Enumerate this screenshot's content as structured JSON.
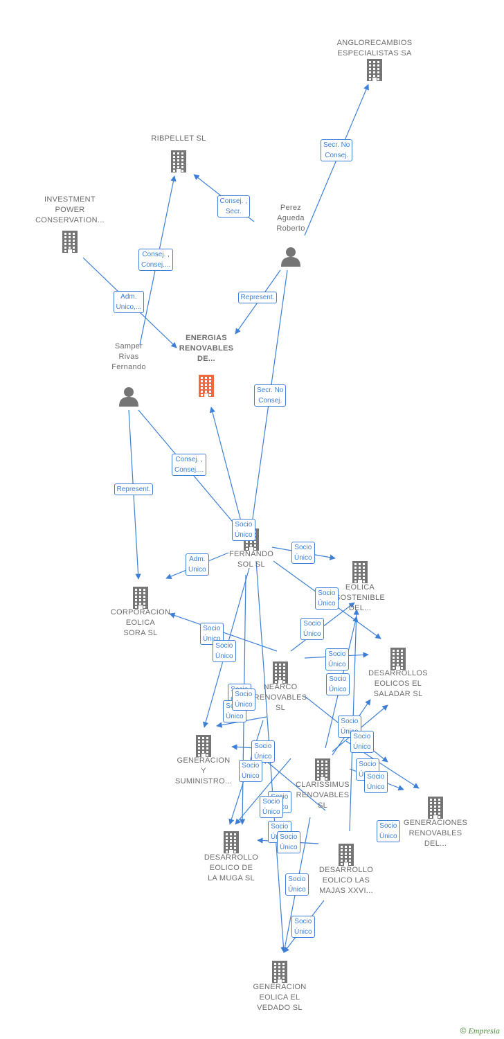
{
  "colors": {
    "edge": "#3d7fd6",
    "company": "#757575",
    "focus": "#f26a3b",
    "person": "#757575"
  },
  "nodes": [
    {
      "id": "anglo",
      "type": "company",
      "label": "ANGLORECAMBIOS\nESPECIALISTAS SA"
    },
    {
      "id": "ribpellet",
      "type": "company",
      "label": "RIBPELLET SL"
    },
    {
      "id": "investment",
      "type": "company",
      "label": "INVESTMENT\nPOWER\nCONSERVATION..."
    },
    {
      "id": "perez",
      "type": "person",
      "label": "Perez\nAgueda\nRoberto"
    },
    {
      "id": "energias",
      "type": "focus",
      "label": "ENERGIAS\nRENOVABLES\nDE..."
    },
    {
      "id": "samper",
      "type": "person",
      "label": "Samper\nRivas\nFernando"
    },
    {
      "id": "fernando",
      "type": "company",
      "label": "FERNANDO\nSOL SL"
    },
    {
      "id": "eolica_sost",
      "type": "company",
      "label": "EOLICA\nSOSTENIBLE\nDEL..."
    },
    {
      "id": "corporacion",
      "type": "company",
      "label": "CORPORACION\nEOLICA\nSORA  SL"
    },
    {
      "id": "desarrollos_saladar",
      "type": "company",
      "label": "DESARROLLOS\nEOLICOS EL\nSALADAR SL"
    },
    {
      "id": "nearco",
      "type": "company",
      "label": "NEARCO\nRENOVABLES\nSL"
    },
    {
      "id": "generacion_sum",
      "type": "company",
      "label": "GENERACION\nY\nSUMINISTRO..."
    },
    {
      "id": "clarissimus",
      "type": "company",
      "label": "CLARISSIMUS\nRENOVABLES\nSL"
    },
    {
      "id": "generaciones_ren",
      "type": "company",
      "label": "GENERACIONES\nRENOVABLES\nDEL..."
    },
    {
      "id": "desarrollo_muga",
      "type": "company",
      "label": "DESARROLLO\nEOLICO DE\nLA MUGA SL"
    },
    {
      "id": "desarrollo_majas",
      "type": "company",
      "label": "DESARROLLO\nEOLICO LAS\nMAJAS XXVI..."
    },
    {
      "id": "generacion_vedado",
      "type": "company",
      "label": "GENERACION\nEOLICA EL\nVEDADO SL"
    }
  ],
  "edge_labels": [
    "Secr.  No\nConsej.",
    "Consej. ,\nSecr.",
    "Consej. ,\nConsej....",
    "Adm.\nUnico,...",
    "Represent.",
    "Secr.  No\nConsej.",
    "Consej. ,\nConsej....",
    "Represent.",
    "Socio\nÚnico",
    "Adm.\nUnico",
    "Socio\nÚnico",
    "Socio\nÚnico",
    "Socio\nÚnico",
    "Socio\nÚnico",
    "Socio\nÚnico",
    "Socio\nÚnico",
    "Socio\nÚnico",
    "Socio\nÚnico",
    "Socio\nÚnico",
    "Socio\nÚnico",
    "Socio\nÚnico",
    "Socio\nÚnico",
    "Socio\nÚnico",
    "Socio\nÚnico",
    "Socio\nÚnico",
    "Socio\nÚnico",
    "Socio\nÚnico",
    "Socio\nÚnico",
    "Socio\nÚnico",
    "Socio\nÚnico",
    "Socio\nÚnico",
    "Socio\nÚnico",
    "Socio\nÚnico"
  ],
  "footer": {
    "symbol": "©",
    "brand": "Empresia"
  }
}
